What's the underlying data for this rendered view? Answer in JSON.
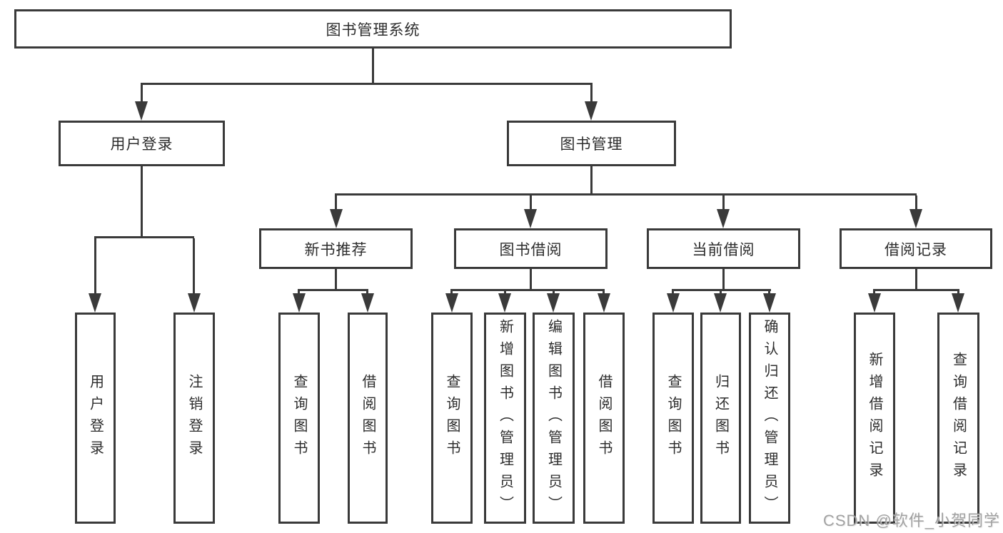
{
  "tree": {
    "root": {
      "label": "图书管理系统",
      "children": [
        {
          "label": "用户登录",
          "children": [
            {
              "label": "用户登录"
            },
            {
              "label": "注销登录"
            }
          ]
        },
        {
          "label": "图书管理",
          "children": [
            {
              "label": "新书推荐",
              "children": [
                {
                  "label": "查询图书"
                },
                {
                  "label": "借阅图书"
                }
              ]
            },
            {
              "label": "图书借阅",
              "children": [
                {
                  "label": "查询图书"
                },
                {
                  "label": "新增图书（管理员）"
                },
                {
                  "label": "编辑图书（管理员）"
                },
                {
                  "label": "借阅图书"
                }
              ]
            },
            {
              "label": "当前借阅",
              "children": [
                {
                  "label": "查询图书"
                },
                {
                  "label": "归还图书"
                },
                {
                  "label": "确认归还（管理员）"
                }
              ]
            },
            {
              "label": "借阅记录",
              "children": [
                {
                  "label": "新增借阅记录"
                },
                {
                  "label": "查询借阅记录"
                }
              ]
            }
          ]
        }
      ]
    }
  },
  "watermark": {
    "text": "CSDN @软件_小贺同学"
  },
  "colors": {
    "background": "#ffffff",
    "line": "#3a3a3a",
    "box_border": "#3a3a3a",
    "text": "#2d2d2d",
    "watermark": "#9b9b9b"
  }
}
